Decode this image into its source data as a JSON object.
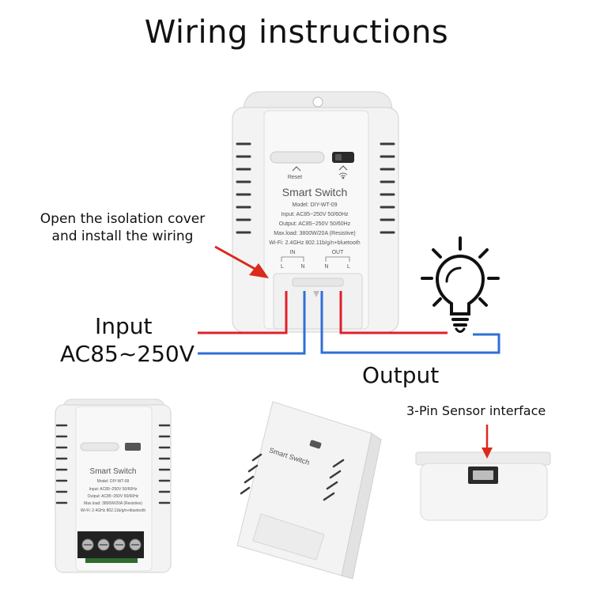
{
  "title": "Wiring instructions",
  "callout": {
    "line1": "Open the isolation cover",
    "line2": "and install the wiring"
  },
  "input": {
    "label": "Input",
    "voltage": "AC85~250V"
  },
  "output": {
    "label": "Output"
  },
  "sensor": {
    "label": "3-Pin Sensor interface"
  },
  "device": {
    "reset_label": "Reset",
    "name": "Smart Switch",
    "model": "Model: DIY-WT-09",
    "spec_input": "Input: AC85~250V 50/60Hz",
    "spec_output": "Output: AC85~250V 50/60Hz",
    "spec_maxload": "Max.load: 3800W/20A (Resistive)",
    "spec_wifi": "Wi-Fi: 2.4GHz 802.11b/g/n+bluetooth",
    "in_label": "IN",
    "out_label": "OUT",
    "in_terminals": [
      "L",
      "N"
    ],
    "out_terminals": [
      "N",
      "L"
    ]
  },
  "colors": {
    "live_wire": "#e0202c",
    "neutral_wire": "#2f6fd6",
    "arrow": "#d92a1c"
  },
  "icons": [
    "lightbulb-icon",
    "wifi-icon",
    "reset-chevron-icon"
  ]
}
